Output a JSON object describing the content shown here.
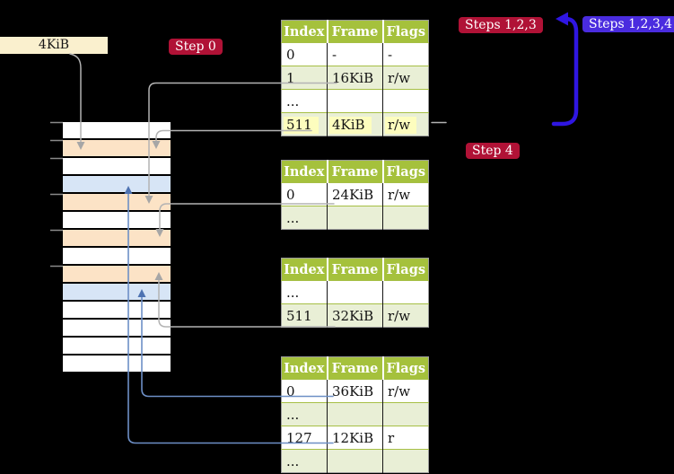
{
  "colors": {
    "canvas-bg": "#000000",
    "crimson": "#b01236",
    "violet": "#4a2cdf",
    "arrow-blue": "#2f16e2",
    "thin-blue": "#6d8fc6",
    "thin-blue-head": "#4e73b2",
    "grey-line": "#b3b3b3",
    "grey-head": "#a6a6a6",
    "header-green": "#a5c13c",
    "row-green": "#e9efd6",
    "row-border-olive": "#a6bf45",
    "table-border-grey": "#9b9b9b",
    "frame-orange": "#fce3c6",
    "frame-blue": "#d7e5f6",
    "frame-white": "#ffffff",
    "cream": "#faf0ce",
    "highlight-yellow": "#fdfdbe",
    "tick-grey": "#8a8a8a"
  },
  "labels": {
    "cr3_frame": "4KiB",
    "step0": "Step 0",
    "steps123": "Steps 1,2,3",
    "steps1234": "Steps 1,2,3,4",
    "step4": "Step 4"
  },
  "memory": {
    "rows": [
      "white",
      "orange",
      "white",
      "blue",
      "orange",
      "white",
      "orange",
      "white",
      "orange",
      "blue",
      "white",
      "white",
      "white",
      "white"
    ]
  },
  "tables": [
    {
      "headers": [
        "Index",
        "Frame",
        "Flags"
      ],
      "rows": [
        {
          "cells": [
            "0",
            "-",
            "-"
          ]
        },
        {
          "cells": [
            "1",
            "16KiB",
            "r/w"
          ]
        },
        {
          "cells": [
            "...",
            "",
            ""
          ]
        },
        {
          "cells": [
            "511",
            "4KiB",
            "r/w"
          ],
          "highlight": true
        }
      ]
    },
    {
      "headers": [
        "Index",
        "Frame",
        "Flags"
      ],
      "rows": [
        {
          "cells": [
            "0",
            "24KiB",
            "r/w"
          ]
        },
        {
          "cells": [
            "...",
            "",
            ""
          ]
        }
      ]
    },
    {
      "headers": [
        "Index",
        "Frame",
        "Flags"
      ],
      "rows": [
        {
          "cells": [
            "...",
            "",
            ""
          ]
        },
        {
          "cells": [
            "511",
            "32KiB",
            "r/w"
          ]
        }
      ]
    },
    {
      "headers": [
        "Index",
        "Frame",
        "Flags"
      ],
      "rows": [
        {
          "cells": [
            "0",
            "36KiB",
            "r/w"
          ]
        },
        {
          "cells": [
            "...",
            "",
            ""
          ]
        },
        {
          "cells": [
            "127",
            "12KiB",
            "r"
          ]
        },
        {
          "cells": [
            "...",
            "",
            ""
          ]
        }
      ]
    }
  ],
  "arrows": [
    {
      "color": "grey",
      "from": "cr3-4KiB-label",
      "to": "frame-4KiB"
    },
    {
      "color": "grey",
      "from": "table1-entry-1",
      "to": "frame-16KiB"
    },
    {
      "color": "grey",
      "from": "table1-entry-511",
      "to": "frame-4KiB"
    },
    {
      "color": "grey",
      "from": "table2-entry-0",
      "to": "frame-24KiB"
    },
    {
      "color": "grey",
      "from": "table3-entry-511",
      "to": "frame-32KiB"
    },
    {
      "color": "blue",
      "from": "table4-entry-0",
      "to": "frame-36KiB"
    },
    {
      "color": "blue",
      "from": "table4-entry-127",
      "to": "frame-12KiB"
    },
    {
      "color": "thick-blue",
      "from": "table1-entry-511",
      "to": "table1-top"
    }
  ]
}
